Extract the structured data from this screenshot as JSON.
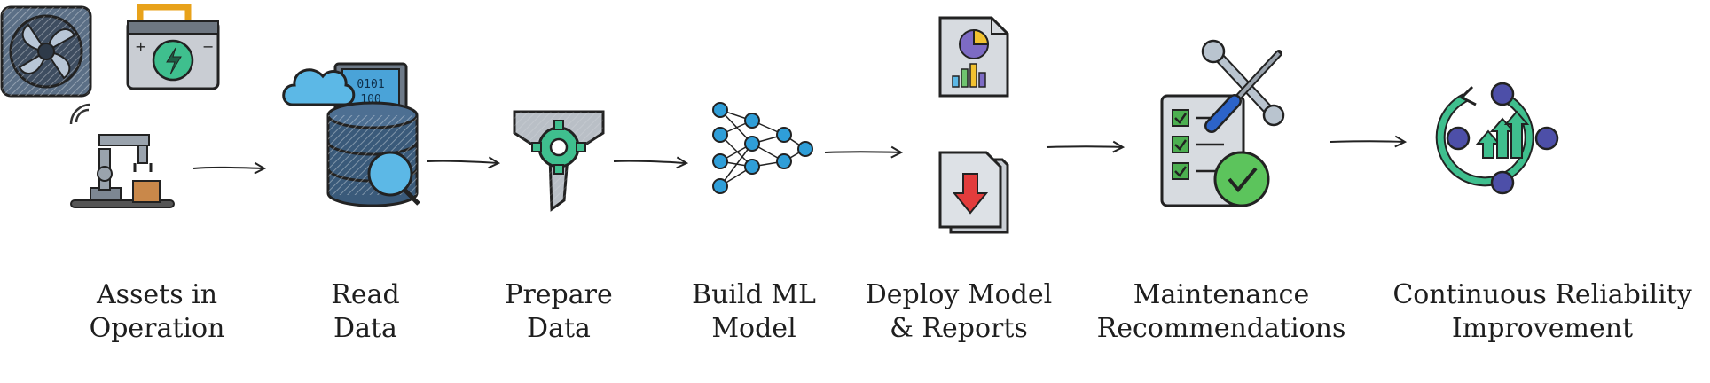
{
  "steps": [
    {
      "line1": "Assets in",
      "line2": "Operation",
      "icon": "industrial-assets-icon"
    },
    {
      "line1": "Read",
      "line2": "Data",
      "icon": "database-cloud-icon"
    },
    {
      "line1": "Prepare",
      "line2": "Data",
      "icon": "funnel-gear-icon"
    },
    {
      "line1": "Build ML",
      "line2": "Model",
      "icon": "neural-network-icon"
    },
    {
      "line1": "Deploy Model",
      "line2": "& Reports",
      "icon": "reports-icon"
    },
    {
      "line1": "Maintenance",
      "line2": "Recommendations",
      "icon": "checklist-tools-icon"
    },
    {
      "line1": "Continuous Reliability",
      "line2": "Improvement",
      "icon": "improvement-cycle-icon"
    }
  ],
  "screen_text": {
    "icon_digits_1": "0101",
    "icon_digits_2": "100"
  }
}
